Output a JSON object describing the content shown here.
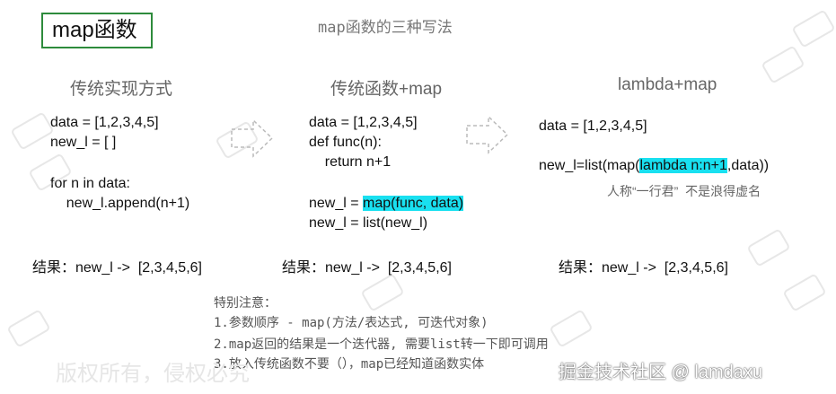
{
  "header": {
    "badge": "map函数",
    "title": "map函数的三种写法"
  },
  "columns": [
    {
      "heading": "传统实现方式",
      "lines": [
        "data = [1,2,3,4,5]",
        "new_l = [ ]",
        "for n in data:",
        "    new_l.append(n+1)"
      ],
      "result": "结果：new_l ->  [2,3,4,5,6]"
    },
    {
      "heading": "传统函数+map",
      "lines": [
        "data = [1,2,3,4,5]",
        "def func(n):",
        "    return n+1",
        "new_l = ",
        "map(func, data)",
        "new_l = list(new_l)"
      ],
      "result": "结果：new_l ->  [2,3,4,5,6]"
    },
    {
      "heading": "lambda+map",
      "lines": [
        "data = [1,2,3,4,5]",
        "new_l=list(map(",
        "lambda n:n+1",
        ",data))"
      ],
      "caption": "人称“一行君”  不是浪得虚名",
      "result": "结果：new_l ->  [2,3,4,5,6]"
    }
  ],
  "notes": {
    "heading": "特别注意：",
    "items": [
      "1.参数顺序 - map(方法/表达式, 可迭代对象)",
      "2.map返回的结果是一个迭代器, 需要list转一下即可调用",
      "3.放入传统函数不要（），map已经知道函数实体"
    ]
  },
  "watermark": {
    "text": "版权所有，侵权必究",
    "footer": "掘金技术社区 @ lamdaxu"
  },
  "colors": {
    "badge_border": "#2e8b3c",
    "highlight": "#19e0f0",
    "arrow": "#bbbbbb"
  },
  "icons": [
    "right-arrow-icon",
    "watermark-logo-icon"
  ]
}
